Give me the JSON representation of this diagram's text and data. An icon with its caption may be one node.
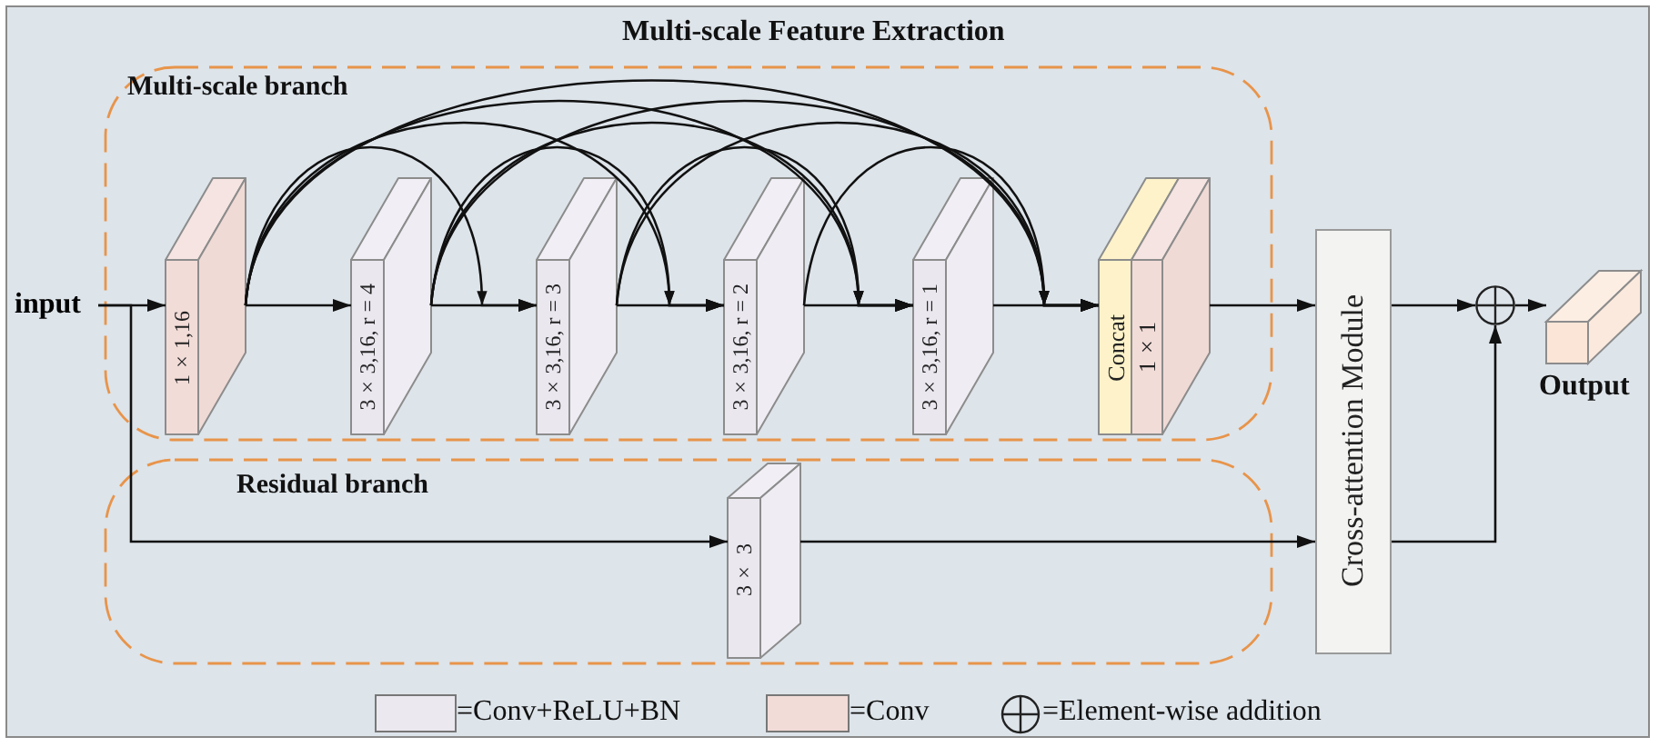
{
  "diagram": {
    "title": "Multi-scale Feature Extraction",
    "nodes": [
      {
        "text": [
          "Multi-scale branch"
        ]
      },
      {
        "text": [
          "Residual branch"
        ]
      },
      {
        "text": [
          "input"
        ]
      },
      {
        "text": [
          "1×1,16"
        ],
        "in": 0
      },
      {
        "text": [
          "3×3,16, r = 4"
        ],
        "in": 0
      },
      {
        "text": [
          "3×3,16, r = 3"
        ],
        "in": 0
      },
      {
        "text": [
          "3×3,16, r = 2"
        ],
        "in": 0
      },
      {
        "text": [
          "3×3,16, r = 1"
        ],
        "in": 0
      },
      {
        "text": [
          "Concat",
          "1×1"
        ],
        "in": 0
      },
      {
        "text": [
          "3× 3"
        ],
        "in": 1
      },
      {
        "text": [
          "Cross-attention Module"
        ]
      },
      {
        "text": [],
        "shape": "circle"
      },
      {
        "text": [
          "Output"
        ]
      }
    ],
    "edges": [
      {
        "from": 2,
        "to": 3,
        "arrow": "to"
      },
      {
        "from": 2,
        "to": 9,
        "arrow": "to"
      },
      {
        "from": 9,
        "to": 10,
        "arrow": "to"
      },
      {
        "from": 3,
        "to": 4,
        "arrow": "to"
      },
      {
        "from": 4,
        "to": 5,
        "arrow": "to"
      },
      {
        "from": 5,
        "to": 6,
        "arrow": "to"
      },
      {
        "from": 6,
        "to": 7,
        "arrow": "to"
      },
      {
        "from": 7,
        "to": 8,
        "arrow": "to"
      },
      {
        "from": 3,
        "to": 5,
        "arrow": "to"
      },
      {
        "from": 3,
        "to": 6,
        "arrow": "to"
      },
      {
        "from": 3,
        "to": 7,
        "arrow": "to"
      },
      {
        "from": 3,
        "to": 8,
        "arrow": "to"
      },
      {
        "from": 4,
        "to": 6,
        "arrow": "to"
      },
      {
        "from": 4,
        "to": 7,
        "arrow": "to"
      },
      {
        "from": 4,
        "to": 8,
        "arrow": "to"
      },
      {
        "from": 5,
        "to": 7,
        "arrow": "to"
      },
      {
        "from": 5,
        "to": 8,
        "arrow": "to"
      },
      {
        "from": 6,
        "to": 8,
        "arrow": "to"
      },
      {
        "from": 8,
        "to": 10,
        "arrow": "to"
      },
      {
        "from": 10,
        "to": 11,
        "arrow": "to"
      },
      {
        "from": 10,
        "to": 11,
        "arrow": "to"
      },
      {
        "from": 11,
        "to": 12,
        "arrow": "to"
      }
    ],
    "legend": [
      {
        "text": "=Conv+ReLU+BN",
        "color": "#ece8f0"
      },
      {
        "text": "=Conv",
        "color": "#f2dcd8"
      },
      {
        "text": "=Element-wise addition"
      }
    ]
  }
}
